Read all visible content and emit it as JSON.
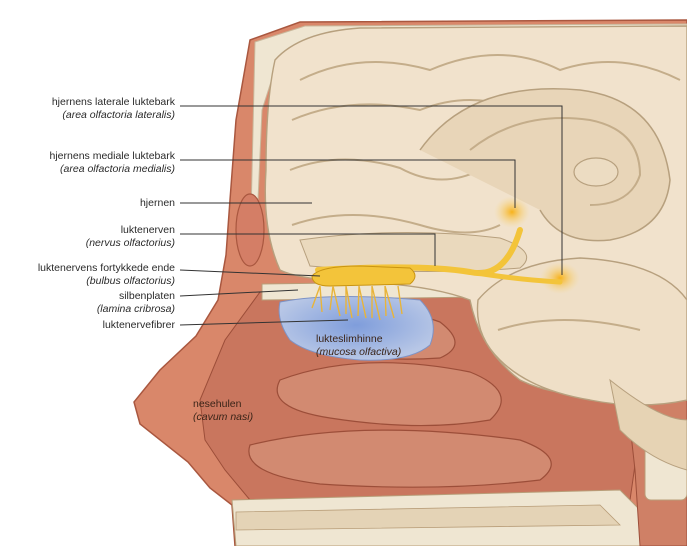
{
  "labels": {
    "lateral": {
      "name": "hjernens laterale luktebark",
      "latin": "(area olfactoria lateralis)"
    },
    "medial": {
      "name": "hjernens mediale luktebark",
      "latin": "(area olfactoria medialis)"
    },
    "brain": {
      "name": "hjernen"
    },
    "nerve": {
      "name": "luktenerven",
      "latin": "(nervus olfactorius)"
    },
    "bulb": {
      "name": "luktenervens fortykkede ende",
      "latin": "(bulbus olfactorius)"
    },
    "plate": {
      "name": "silbenplaten",
      "latin": "(lamina cribrosa)"
    },
    "fibers": {
      "name": "luktenervefibrer"
    },
    "mucosa": {
      "name": "lukteslimhinne",
      "latin": "(mucosa olfactiva)"
    },
    "cavity": {
      "name": "nesehulen",
      "latin": "(cavum nasi)"
    }
  },
  "colors": {
    "skin": "#d9876a",
    "cavity": "#c9765e",
    "brain": "#f1e2cc",
    "brain_fold": "#d8c3a5",
    "nerve": "#f3c43a",
    "mucosa": "#8fa9dd",
    "bone": "#efe6d2",
    "leader_line": "#333333"
  }
}
